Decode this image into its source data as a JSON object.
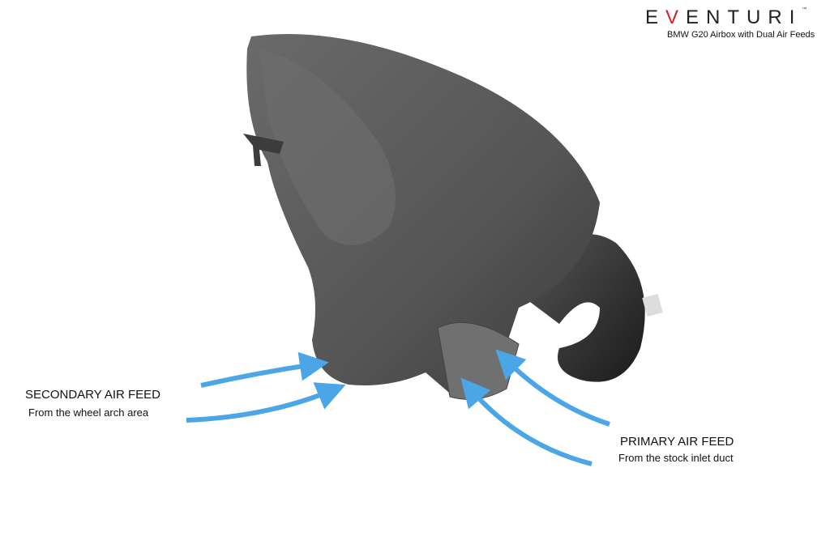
{
  "brand": {
    "logo": "EVENTURI",
    "logo_prefix": "E",
    "logo_v": "V",
    "logo_suffix": "ENTURI",
    "trademark": "™",
    "subtitle": "BMW G20 Airbox with Dual Air Feeds"
  },
  "annotations": {
    "secondary": {
      "title": "SECONDARY AIR FEED",
      "caption": "From the wheel arch area"
    },
    "primary": {
      "title": "PRIMARY AIR FEED",
      "caption": "From the stock inlet duct"
    }
  },
  "colors": {
    "arrow": "#4aa6e6",
    "airbox": "#5a5a5a",
    "accent": "#d0202a"
  }
}
